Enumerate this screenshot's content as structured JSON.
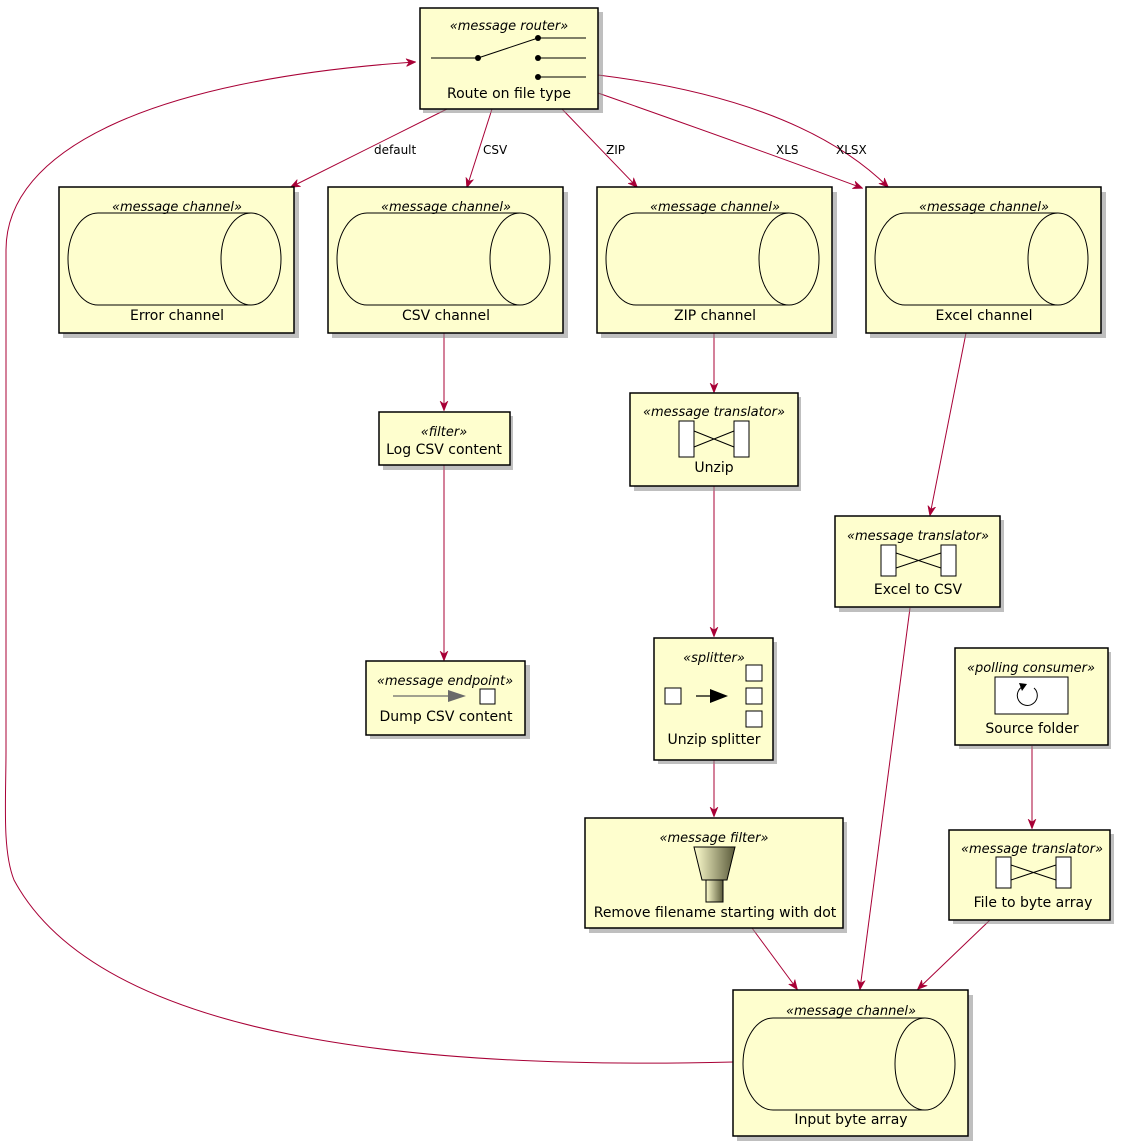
{
  "nodes": {
    "router": {
      "stereotype": "«message router»",
      "label": "Route on file type"
    },
    "error_channel": {
      "stereotype": "«message channel»",
      "label": "Error channel"
    },
    "csv_channel": {
      "stereotype": "«message channel»",
      "label": "CSV channel"
    },
    "zip_channel": {
      "stereotype": "«message channel»",
      "label": "ZIP channel"
    },
    "excel_channel": {
      "stereotype": "«message channel»",
      "label": "Excel channel"
    },
    "log_csv": {
      "stereotype": "«filter»",
      "label": "Log CSV content"
    },
    "unzip": {
      "stereotype": "«message translator»",
      "label": "Unzip"
    },
    "excel_to_csv": {
      "stereotype": "«message translator»",
      "label": "Excel to CSV"
    },
    "dump_csv": {
      "stereotype": "«message endpoint»",
      "label": "Dump CSV content"
    },
    "unzip_splitter": {
      "stereotype": "«splitter»",
      "label": "Unzip splitter"
    },
    "source_folder": {
      "stereotype": "«polling consumer»",
      "label": "Source folder"
    },
    "remove_dot": {
      "stereotype": "«message filter»",
      "label": "Remove filename starting with dot"
    },
    "file_to_bytes": {
      "stereotype": "«message translator»",
      "label": "File to byte array"
    },
    "input_bytes": {
      "stereotype": "«message channel»",
      "label": "Input byte array"
    }
  },
  "edges": {
    "default": "default",
    "csv": "CSV",
    "zip": "ZIP",
    "xls": "XLS",
    "xlsx": "XLSX"
  },
  "colors": {
    "box_fill": "#fefece",
    "edge": "#a80036",
    "border": "#000000"
  }
}
